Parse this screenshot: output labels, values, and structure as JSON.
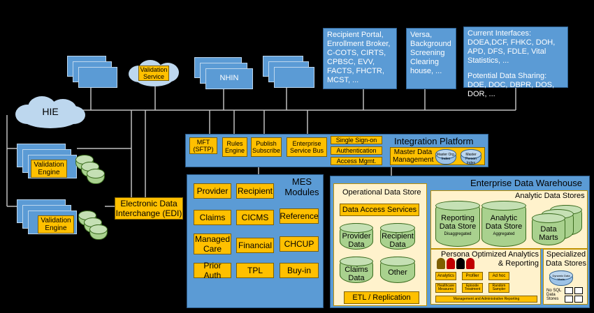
{
  "top_boxes": {
    "recipient_portal": "Recipient Portal, Enrollment Broker, C-COTS, CIRTS, CPBSC, EVV, FACTS, FHCTR, MCST, ...",
    "versa": "Versa, Background Screening Clearing house, ...",
    "current_interfaces": "Current Interfaces: DOEA,DCF, FHKC, DOH, APD, DFS, FDLE, Vital Statistics, ...",
    "potential_sharing": "Potential Data Sharing: DOE, DOC, DBPR, DOS, DOR, ..."
  },
  "left": {
    "validation_service": "Validation Service",
    "nhin": "NHIN",
    "hie": "HIE",
    "validation_engine_1": "Validation Engine",
    "validation_engine_2": "Validation Engine",
    "edi": "Electronic Data Interchange (EDI)"
  },
  "integration": {
    "title": "Integration Platform",
    "mft": "MFT (SFTP)",
    "rules": "Rules Engine",
    "publish": "Publish Subscribe",
    "esb": "Enterprise Service Bus",
    "sso": "Single Sign-on",
    "auth": "Authentication",
    "access": "Access Mgmt.",
    "mdm": "Master Data Management",
    "master_org": "Master Org. Index",
    "master_person": "Master Person Index"
  },
  "mes": {
    "title": "MES Modules",
    "modules": [
      "Provider",
      "Recipient",
      "Claims",
      "CICMS",
      "Reference",
      "Managed Care",
      "Financial",
      "CHCUP",
      "Prior Auth",
      "TPL",
      "Buy-in"
    ]
  },
  "edw": {
    "title": "Enterprise Data Warehouse",
    "ods_title": "Operational Data Store",
    "das": "Data Access Services",
    "ods_cyl": [
      "Provider Data",
      "Recipient Data",
      "Claims Data",
      "Other"
    ],
    "etl": "ETL / Replication",
    "analytic_title": "Analytic Data Stores",
    "reporting_store": "Reporting Data Store",
    "reporting_sub": "Disaggregated",
    "analytic_store": "Analytic Data Store",
    "analytic_sub": "Aggregated",
    "data_marts": "Data Marts",
    "persona_title": "Persona Optimized Analytics & Reporting",
    "persona_items": [
      "Analytics",
      "Profiler",
      "Ad hoc",
      "Healthcare Measures",
      "Episode Treatment",
      "Random Sampler"
    ],
    "mgmt": "Management and Administrative Reporting",
    "specialized_title": "Specialized Data Stores",
    "dynamic": "Dynamic Data Marts",
    "nosql": "No SQL Data Stores"
  }
}
